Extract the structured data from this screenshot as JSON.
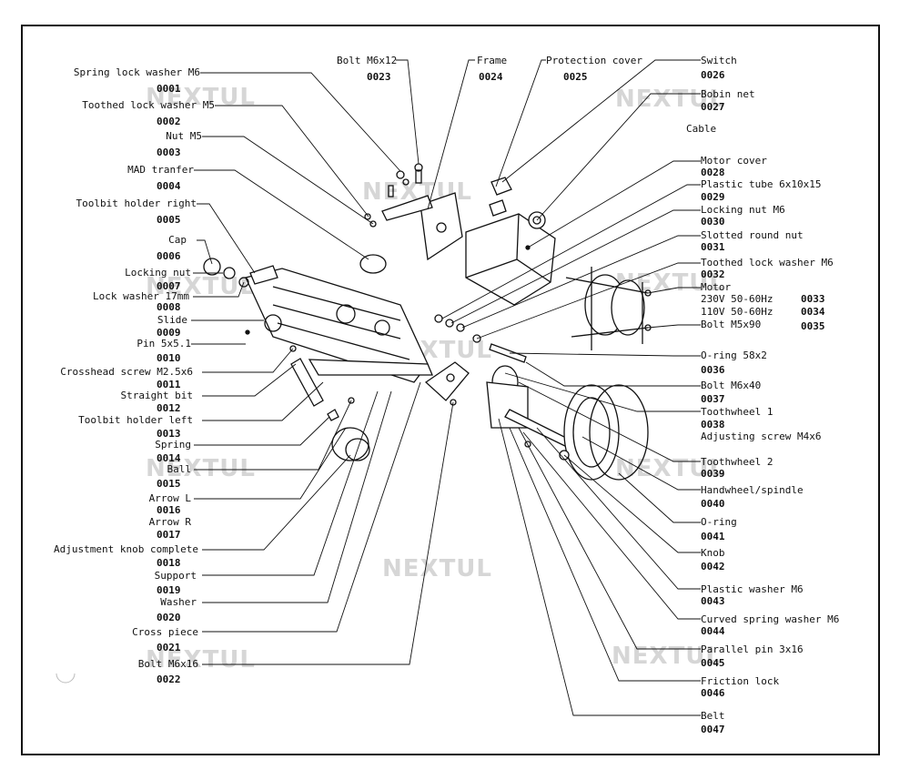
{
  "watermark": "NEXTUL",
  "parts_left": [
    {
      "name": "Spring lock washer M6",
      "code": "0001"
    },
    {
      "name": "Toothed lock washer M5",
      "code": "0002"
    },
    {
      "name": "Nut M5",
      "code": "0003"
    },
    {
      "name": "MAD tranfer",
      "code": "0004"
    },
    {
      "name": "Toolbit holder right",
      "code": "0005"
    },
    {
      "name": "Cap",
      "code": "0006"
    },
    {
      "name": "Locking nut",
      "code": "0007"
    },
    {
      "name": "Lock washer 17mm",
      "code": "0008"
    },
    {
      "name": "Slide",
      "code": "0009"
    },
    {
      "name": "Pin 5x5.1",
      "code": "0010"
    },
    {
      "name": "Crosshead screw M2.5x6",
      "code": "0011"
    },
    {
      "name": "Straight bit",
      "code": "0012"
    },
    {
      "name": "Toolbit holder left",
      "code": "0013"
    },
    {
      "name": "Spring",
      "code": "0014"
    },
    {
      "name": "Ball",
      "code": "0015"
    },
    {
      "name": "Arrow L",
      "code": "0016"
    },
    {
      "name": "Arrow R",
      "code": "0017"
    },
    {
      "name": "Adjustment knob complete",
      "code": "0018"
    },
    {
      "name": "Support",
      "code": "0019"
    },
    {
      "name": "Washer",
      "code": "0020"
    },
    {
      "name": "Cross piece",
      "code": "0021"
    },
    {
      "name": "Bolt M6x16",
      "code": "0022"
    }
  ],
  "parts_top": [
    {
      "name": "Bolt M6x12",
      "code": "0023"
    },
    {
      "name": "Frame",
      "code": "0024"
    },
    {
      "name": "Protection cover",
      "code": "0025"
    }
  ],
  "parts_right": [
    {
      "name": "Switch",
      "code": "0026"
    },
    {
      "name": "Bobin net",
      "code": "0027"
    },
    {
      "name": "Cable",
      "code": ""
    },
    {
      "name": "Motor cover",
      "code": "0028"
    },
    {
      "name": "Plastic tube 6x10x15",
      "code": "0029"
    },
    {
      "name": "Locking nut M6",
      "code": "0030"
    },
    {
      "name": "Slotted round nut",
      "code": "0031"
    },
    {
      "name": "Toothed lock washer M6",
      "code": "0032"
    },
    {
      "name": "Motor",
      "code": ""
    },
    {
      "name": "230V 50-60Hz",
      "code": "0033"
    },
    {
      "name": "110V 50-60Hz",
      "code": "0034"
    },
    {
      "name": "Bolt M5x90",
      "code": "0035"
    },
    {
      "name": "O-ring 58x2",
      "code": "0036"
    },
    {
      "name": "Bolt M6x40",
      "code": "0037"
    },
    {
      "name": "Toothwheel 1",
      "code": "0038"
    },
    {
      "name": "Adjusting screw M4x6",
      "code": ""
    },
    {
      "name": "Toothwheel 2",
      "code": "0039"
    },
    {
      "name": "Handwheel/spindle",
      "code": "0040"
    },
    {
      "name": "O-ring",
      "code": "0041"
    },
    {
      "name": "Knob",
      "code": "0042"
    },
    {
      "name": "Plastic washer M6",
      "code": "0043"
    },
    {
      "name": "Curved spring washer M6",
      "code": "0044"
    },
    {
      "name": "Parallel pin 3x16",
      "code": "0045"
    },
    {
      "name": "Friction lock",
      "code": "0046"
    },
    {
      "name": "Belt",
      "code": "0047"
    }
  ]
}
